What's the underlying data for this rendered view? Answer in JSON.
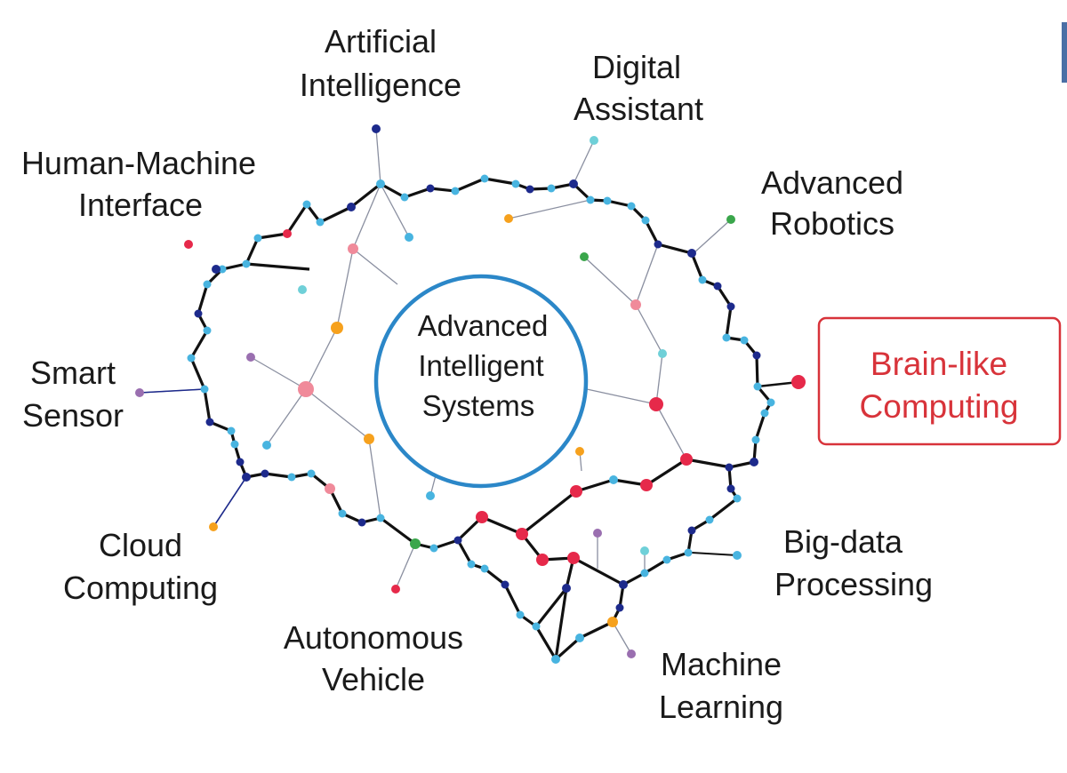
{
  "center": {
    "line1": "Advanced",
    "line2": "Intelligent",
    "line3": "Systems"
  },
  "labels": {
    "ai": {
      "line1": "Artificial",
      "line2": "Intelligence"
    },
    "assistant": {
      "line1": "Digital",
      "line2": "Assistant"
    },
    "robotics": {
      "line1": "Advanced",
      "line2": "Robotics"
    },
    "hmi": {
      "line1": "Human-Machine",
      "line2": "Interface"
    },
    "sensor": {
      "line1": "Smart",
      "line2": "Sensor"
    },
    "cloud": {
      "line1": "Cloud",
      "line2": "Computing"
    },
    "vehicle": {
      "line1": "Autonomous",
      "line2": "Vehicle"
    },
    "ml": {
      "line1": "Machine",
      "line2": "Learning"
    },
    "bigdata": {
      "line1": "Big-data",
      "line2": "Processing"
    },
    "brain": {
      "line1": "Brain-like",
      "line2": "Computing"
    }
  },
  "colors": {
    "ring": "#2b87c8",
    "highlight": "#d8333a",
    "outline": "#111111",
    "light_blue": "#48b4e0",
    "dark_blue": "#1d2a8c",
    "red": "#e6294a",
    "pink": "#f08a9a",
    "orange": "#f6a11d",
    "green": "#3aa64b",
    "purple": "#9a6fb0",
    "cyan": "#6fd0d8"
  }
}
